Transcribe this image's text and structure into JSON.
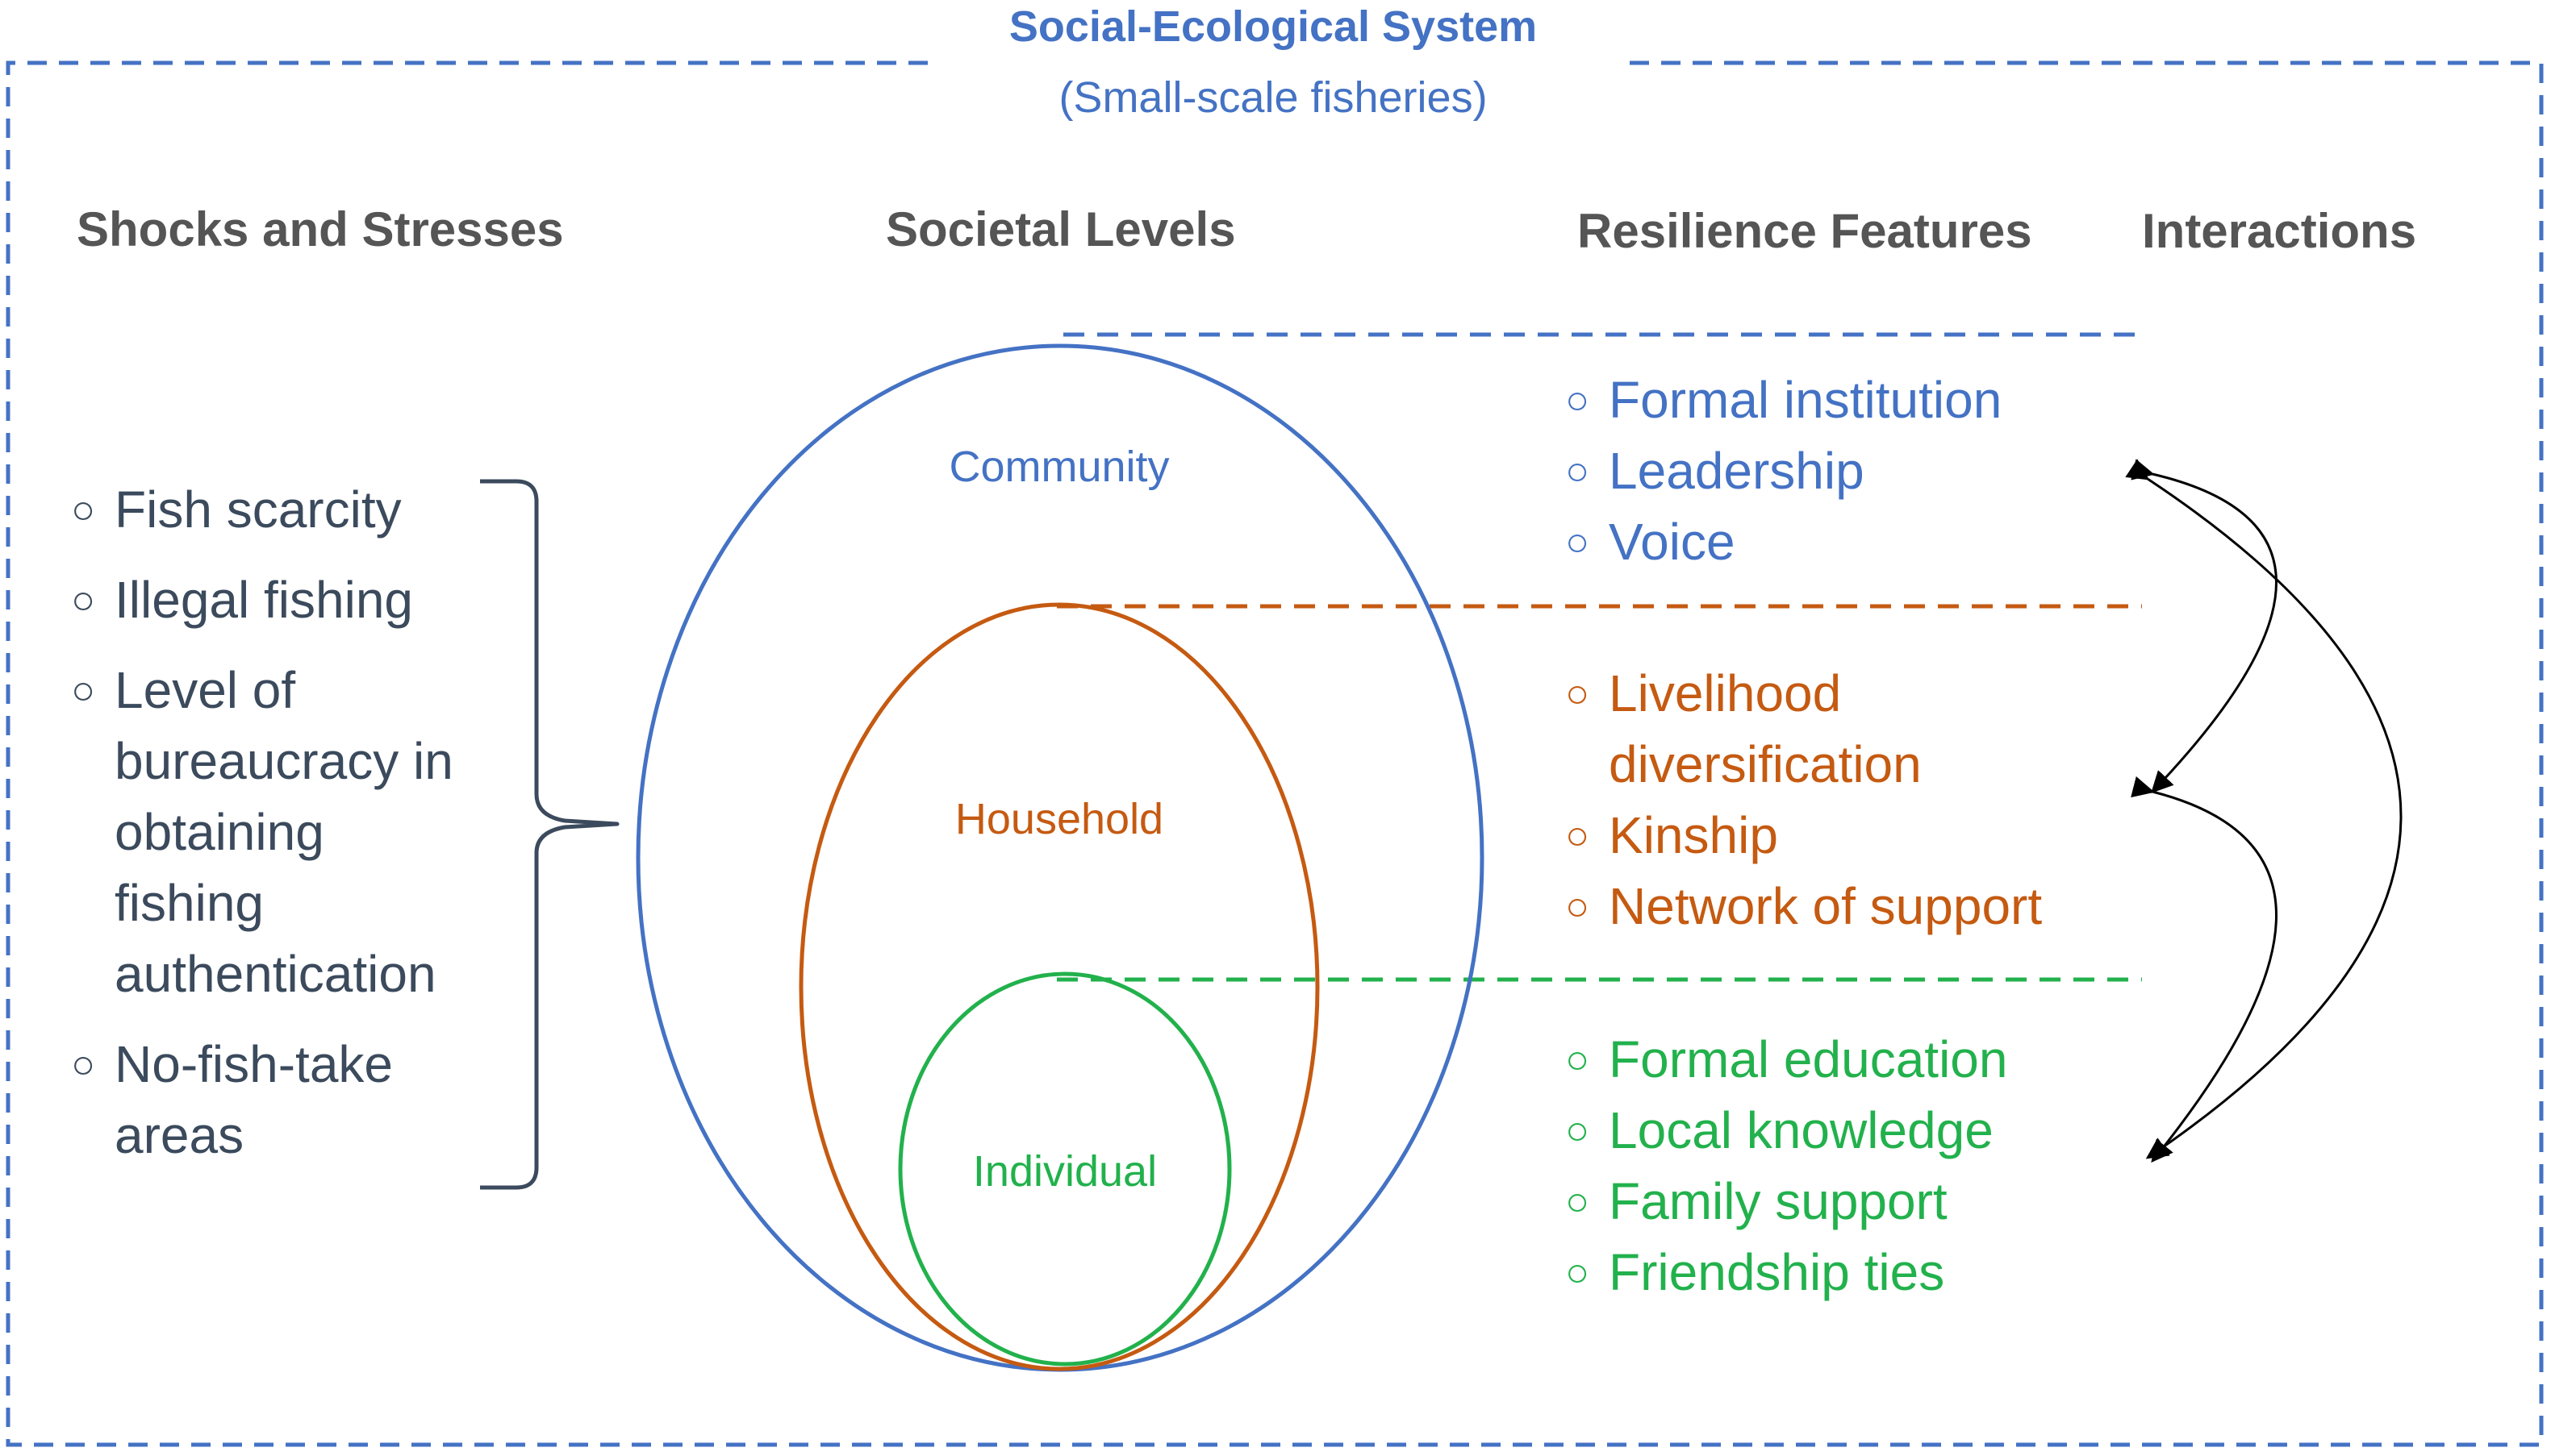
{
  "title": "Social-Ecological System",
  "subtitle": "(Small-scale fisheries)",
  "headings": {
    "shocks": "Shocks and Stresses",
    "levels": "Societal Levels",
    "features": "Resilience Features",
    "interactions": "Interactions"
  },
  "levels": {
    "community": "Community",
    "household": "Household",
    "individual": "Individual"
  },
  "shocks": {
    "bullet": "○",
    "items": [
      {
        "lines": [
          "Fish scarcity"
        ]
      },
      {
        "lines": [
          "Illegal fishing"
        ]
      },
      {
        "lines": [
          "Level of",
          "bureaucracy in",
          "obtaining",
          "fishing",
          "authentication"
        ]
      },
      {
        "lines": [
          "No-fish-take",
          "areas"
        ]
      }
    ]
  },
  "features": {
    "community": {
      "items": [
        {
          "lines": [
            "Formal institution"
          ]
        },
        {
          "lines": [
            "Leadership"
          ]
        },
        {
          "lines": [
            "Voice"
          ]
        }
      ]
    },
    "household": {
      "items": [
        {
          "lines": [
            "Livelihood",
            "diversification"
          ]
        },
        {
          "lines": [
            "Kinship"
          ]
        },
        {
          "lines": [
            "Network of support"
          ]
        }
      ]
    },
    "individual": {
      "items": [
        {
          "lines": [
            "Formal education"
          ]
        },
        {
          "lines": [
            "Local knowledge"
          ]
        },
        {
          "lines": [
            "Family support"
          ]
        },
        {
          "lines": [
            "Friendship ties"
          ]
        }
      ]
    }
  },
  "colors": {
    "blue": "#4472C4",
    "orange": "#C55A11",
    "green": "#22B14C",
    "slate": "#3B4A5C",
    "heading_gray": "#555555"
  },
  "icons": {
    "bullet": "circle-bullet-icon",
    "brace": "right-curly-brace-icon",
    "arrow": "curved-double-arrow-icon"
  }
}
